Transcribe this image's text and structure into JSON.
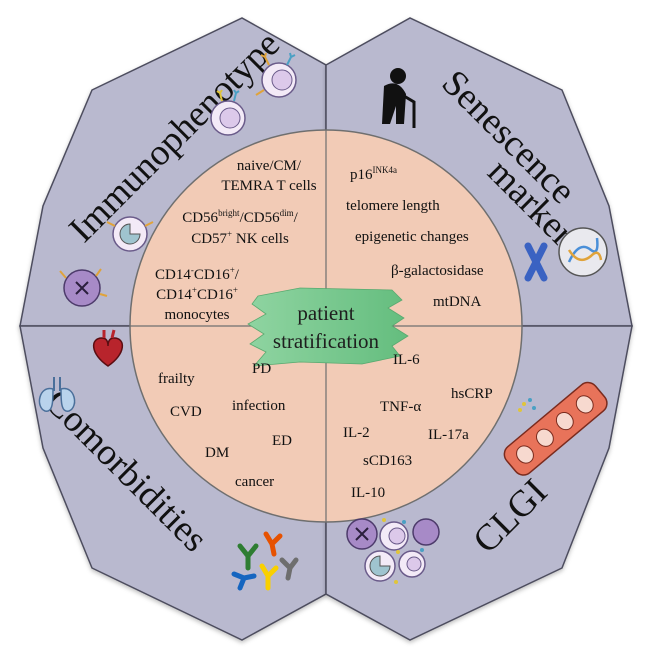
{
  "colors": {
    "quadrant_fill": "#b9b9cf",
    "quadrant_stroke": "#4d4d5e",
    "circle_fill": "#f2cbb6",
    "circle_stroke": "#6f6f6f",
    "center_fill": "#79c88f"
  },
  "center": {
    "line1": "patient",
    "line2": "stratification"
  },
  "quadrants": {
    "immunophenotype": {
      "title": "Immunophenotype",
      "items": [
        "naive/CM/",
        "TEMRA T cells"
      ],
      "nk_prefix": "CD56",
      "nk_sup1": "bright",
      "nk_mid": "/CD56",
      "nk_sup2": "dim",
      "nk_end": "/",
      "nk_line2_prefix": "CD57",
      "nk_line2_sup": "+",
      "nk_line2_end": " NK cells",
      "mono_line1_a": "CD14",
      "mono_line1_sup1": "-",
      "mono_line1_b": "CD16",
      "mono_line1_sup2": "+",
      "mono_line1_end": "/",
      "mono_line2_a": "CD14",
      "mono_line2_sup1": "+",
      "mono_line2_b": "CD16",
      "mono_line2_sup2": "+",
      "mono_line3": "monocytes",
      "icons": [
        "t-cell-icon",
        "nk-cell-icon",
        "monocyte-icon"
      ]
    },
    "senescence": {
      "title_line1": "Senescence",
      "title_line2": "markers",
      "p16_base": "p16",
      "p16_sup": "INK4a",
      "items": [
        "telomere length",
        "epigenetic changes",
        "β-galactosidase",
        "mtDNA"
      ],
      "icons": [
        "elderly-person-icon",
        "chromosome-icon"
      ]
    },
    "comorbidities": {
      "title": "Comorbidities",
      "items": [
        "frailty",
        "PD",
        "CVD",
        "infection",
        "ED",
        "DM",
        "cancer"
      ],
      "icons": [
        "heart-icon",
        "lungs-icon",
        "antibodies-icon"
      ]
    },
    "clgi": {
      "title": "CLGI",
      "items": [
        "IL-6",
        "hsCRP",
        "TNF-α",
        "IL-2",
        "IL-17a",
        "sCD163",
        "IL-10"
      ],
      "icons": [
        "epithelial-cells-icon",
        "immune-cells-icon"
      ]
    }
  }
}
